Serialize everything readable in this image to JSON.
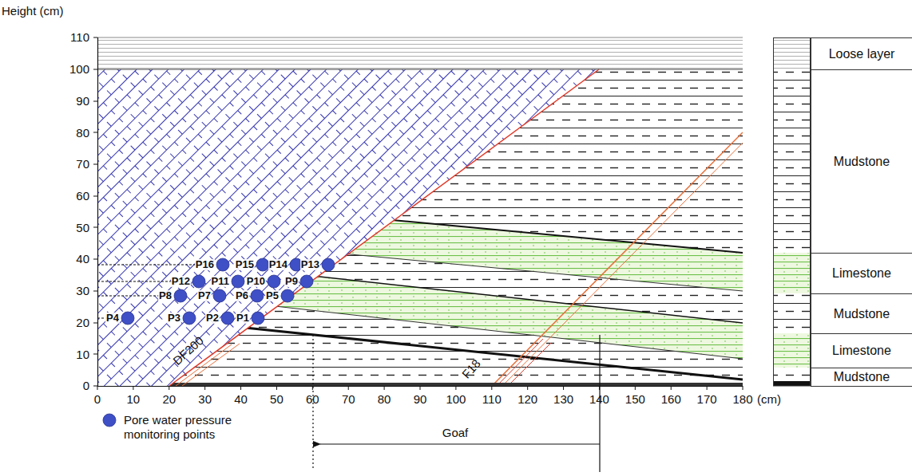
{
  "diagram": {
    "nodes": [
      {
        "text": [
          "Loose layer"
        ]
      },
      {
        "text": [
          "Mudstone"
        ]
      },
      {
        "text": [
          "Limestone"
        ]
      },
      {
        "text": [
          "Mudstone"
        ]
      },
      {
        "text": [
          "Limestone"
        ]
      },
      {
        "text": [
          "Mudstone"
        ]
      }
    ],
    "labels": [
      "Height (cm)",
      "110",
      "100",
      "90",
      "80",
      "70",
      "60",
      "50",
      "40",
      "30",
      "20",
      "10",
      "0",
      "0",
      "10",
      "20",
      "30",
      "40",
      "50",
      "60",
      "70",
      "80",
      "90",
      "100",
      "110",
      "120",
      "130",
      "140",
      "150",
      "160",
      "170",
      "180",
      "(cm)",
      "DF200",
      "F18",
      "Goaf",
      "P1",
      "P2",
      "P3",
      "P4",
      "P5",
      "P6",
      "P7",
      "P8",
      "P9",
      "P10",
      "P11",
      "P12",
      "P13",
      "P14",
      "P15",
      "P16"
    ],
    "legend": [
      {
        "text": "Pore water pressure monitoring points",
        "color": "#3f4fc6"
      }
    ]
  }
}
